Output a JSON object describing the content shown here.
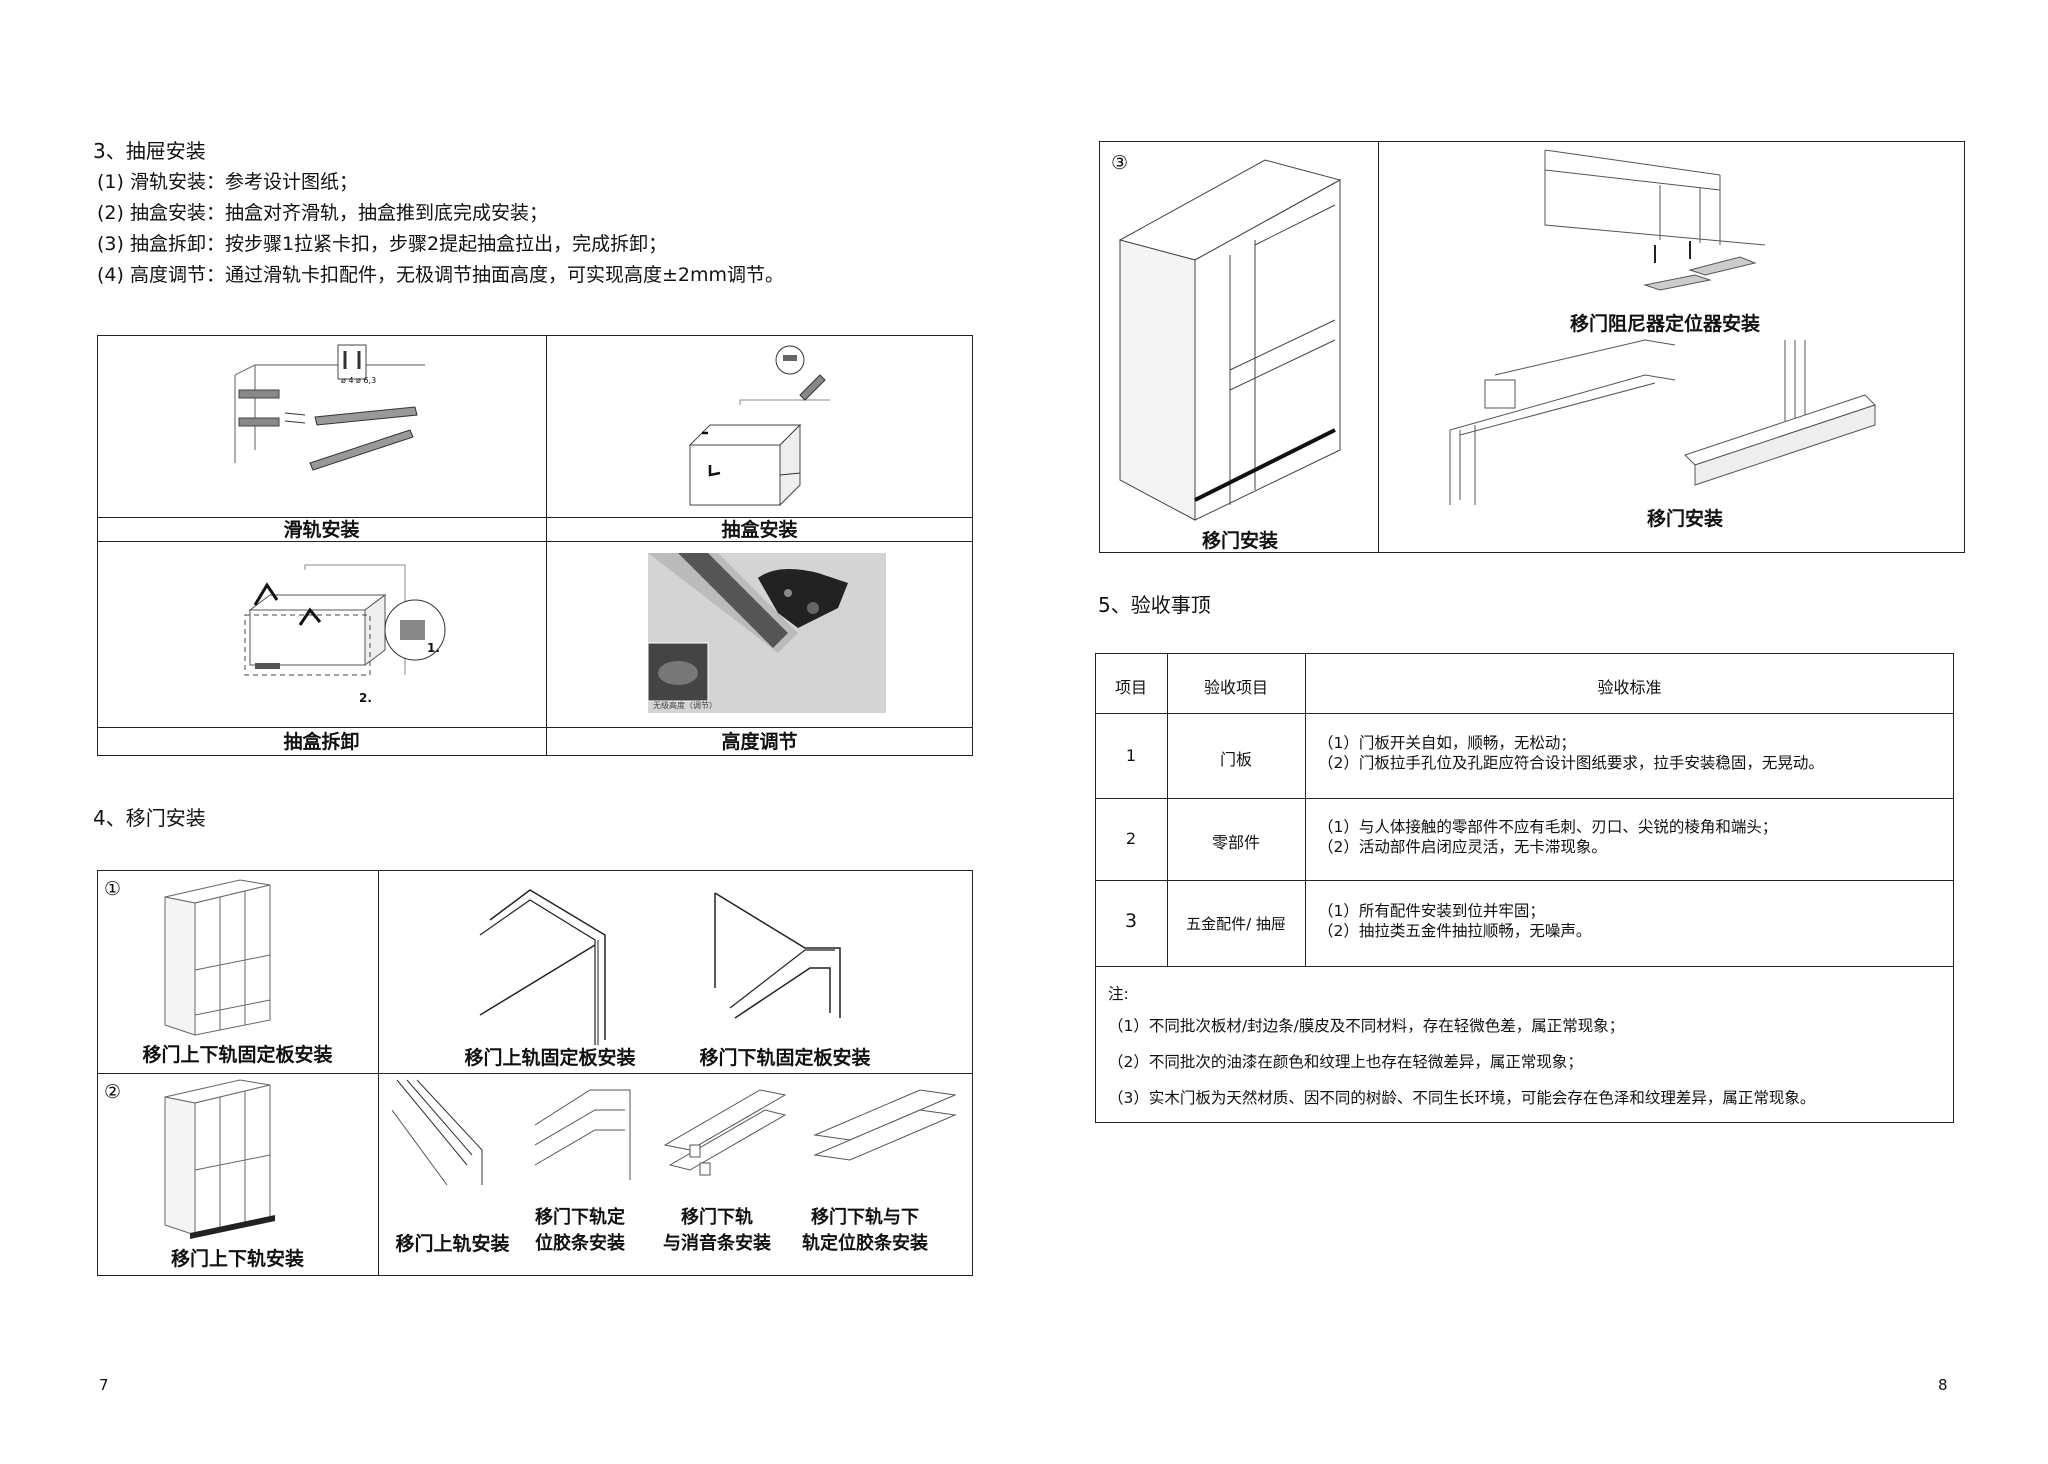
{
  "left_page": {
    "drawer_section": {
      "title": "3、抽屉安装",
      "steps": [
        "(1) 滑轨安装：参考设计图纸；",
        "(2) 抽盒安装：抽盒对齐滑轨，抽盒推到底完成安装；",
        "(3) 抽盒拆卸：按步骤1拉紧卡扣，步骤2提起抽盒拉出，完成拆卸；",
        "(4) 高度调节：通过滑轨卡扣配件，无极调节抽面高度，可实现高度±2mm调节。"
      ],
      "captions": [
        "滑轨安装",
        "抽盒安装",
        "抽盒拆卸",
        "高度调节"
      ],
      "screw_labels": [
        "ø 4",
        "ø 6,3"
      ],
      "removal_step_labels": [
        "1.",
        "2."
      ],
      "height_photo_label": "无级高度（调节）"
    },
    "sliding_section": {
      "title": "4、移门安装",
      "row1_number": "①",
      "row2_number": "②",
      "row1_captions": [
        "移门上下轨固定板安装",
        "移门上轨固定板安装",
        "移门下轨固定板安装"
      ],
      "row2_captions": [
        "移门上下轨安装",
        "移门上轨安装",
        "移门下轨定\n位胶条安装",
        "移门下轨\n与消音条安装",
        "移门下轨与下\n轨定位胶条安装"
      ]
    },
    "page_number": "7"
  },
  "right_page": {
    "figure": {
      "number": "③",
      "captions": [
        "移门安装",
        "移门阻尼器定位器安装",
        "移门安装"
      ]
    },
    "acceptance": {
      "title": "5、验收事顶",
      "headers": [
        "项目",
        "验收项目",
        "验收标准"
      ],
      "rows": [
        {
          "no": "1",
          "item": "门板",
          "standards": [
            "（1）门板开关自如，顺畅，无松动；",
            "（2）门板拉手孔位及孔距应符合设计图纸要求，拉手安装稳固，无晃动。"
          ]
        },
        {
          "no": "2",
          "item": "零部件",
          "standards": [
            "（1）与人体接触的零部件不应有毛刺、刃口、尖锐的棱角和端头；",
            "（2）活动部件启闭应灵活，无卡滞现象。"
          ]
        },
        {
          "no": "3",
          "item": "五金配件/ 抽屉",
          "standards": [
            "（1）所有配件安装到位并牢固；",
            "（2）抽拉类五金件抽拉顺畅，无噪声。"
          ]
        }
      ],
      "note_label": "注:",
      "notes": [
        "（1）不同批次板材/封边条/膜皮及不同材料，存在轻微色差，属正常现象；",
        "（2）不同批次的油漆在颜色和纹理上也存在轻微差异，属正常现象；",
        "（3）实木门板为天然材质、因不同的树龄、不同生长环境，可能会存在色泽和纹理差异，属正常现象。"
      ]
    },
    "page_number": "8"
  }
}
